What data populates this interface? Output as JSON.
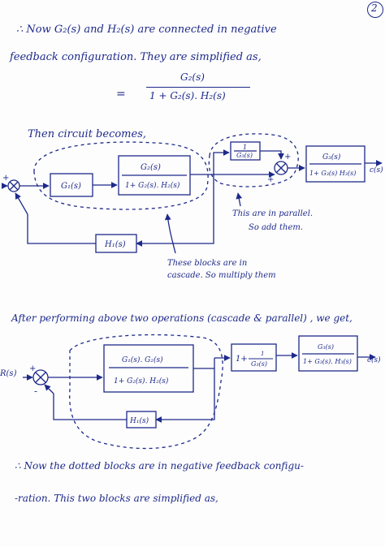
{
  "page_number": "2",
  "intro": {
    "line1": "∴ Now   G₂(s)   and   H₂(s)   are   connected in negative",
    "line2": "feedback  configuration.  They are  simplified as,",
    "eq_numerator": "G₂(s)",
    "eq_equals": "=",
    "eq_denominator": "1 + G₂(s). H₂(s)"
  },
  "diagram1": {
    "heading": "Then  circuit  becomes,",
    "block_g1": "G₁(s)",
    "block_closed_num": "G₂(s)",
    "block_closed_den": "1+ G₂(s). H₂(s)",
    "block_inv_num": "1",
    "block_inv_den": "G₃(s)",
    "block_fwd_num": "G₃(s)",
    "block_fwd_den": "1+ G₃(s) H₃(s)",
    "block_h1": "H₁(s)",
    "output": "c(s)",
    "sign_plus_input": "+",
    "sign_minus_input": "-",
    "sign_plus_top": "+",
    "sign_plus_bottom": "+",
    "note_parallel_1": "This are in parallel.",
    "note_parallel_2": "So add them.",
    "note_cascade_1": "These blocks are in",
    "note_cascade_2": "cascade. So multiply them"
  },
  "diagram2": {
    "heading": "After  performing  above  two  operations (cascade & parallel) , we get,",
    "input": "R(s)",
    "sign_plus": "+",
    "sign_minus": "-",
    "block_a_num": "G₁(s). G₂(s)",
    "block_a_den": "1+ G₂(s). H₂(s)",
    "block_b_main": "1+",
    "block_b_num": "1",
    "block_b_den": "G₃(s)",
    "block_c_num": "G₃(s)",
    "block_c_den": "1+ G₃(s). H₃(s)",
    "block_h1": "H₁(s)",
    "output": "c(s)"
  },
  "outro": {
    "line1": "∴ Now  the  dotted  blocks  are  in  negative  feedback  configu-",
    "line2": "-ration.  This  two  blocks  are  simplified  as,"
  },
  "colors": {
    "ink": "#1e2a8a",
    "paper": "#fdfdfd"
  }
}
